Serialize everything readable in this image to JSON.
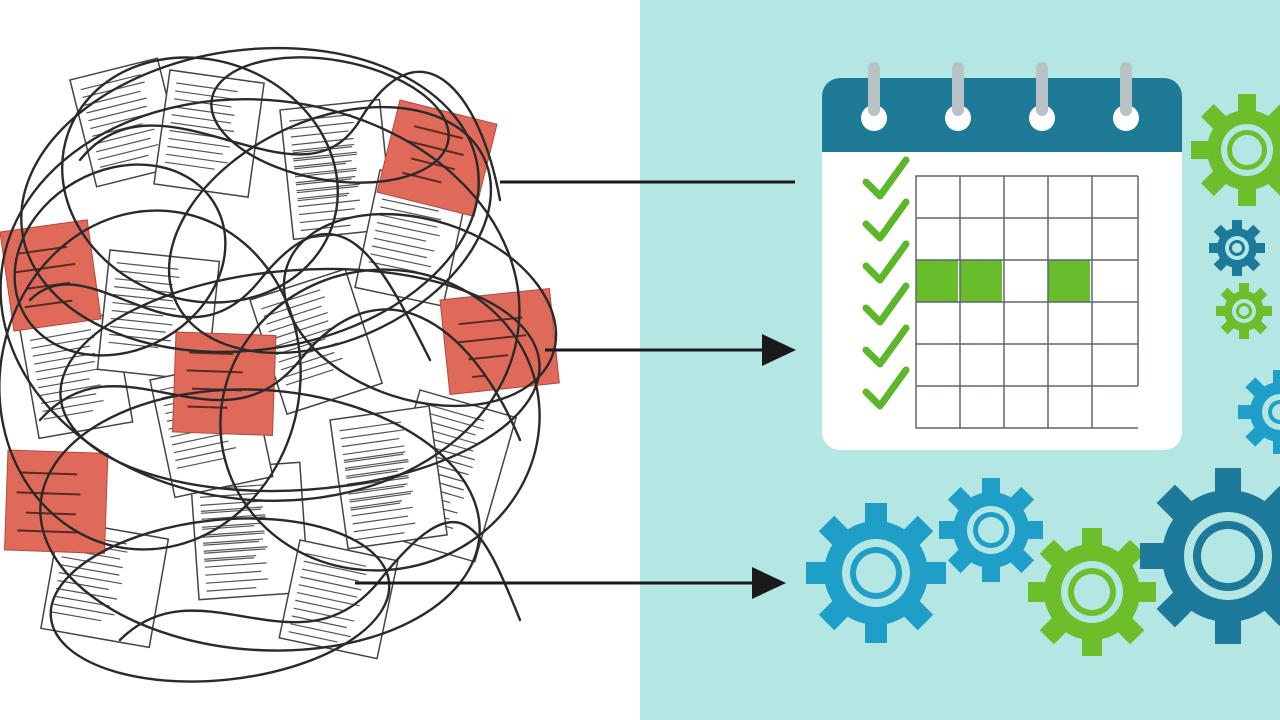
{
  "colors": {
    "left_background": "#ffffff",
    "right_background": "#b4e6e4",
    "calendar_header": "#1e7a96",
    "calendar_body": "#ffffff",
    "grid_line": "#5f6670",
    "check_green": "#5cb82a",
    "highlight_green": "#6abd2a",
    "sticky_note": "#e06a5a",
    "scribble": "#2a2a2a",
    "arrow": "#1a1a1a",
    "gear_blue": "#1f9fc8",
    "gear_dark_blue": "#1d7a9a",
    "gear_green": "#6cbf2a",
    "ring_silver": "#b9c3c6"
  },
  "left_panel": {
    "sticky_notes": [
      {
        "id": "note-top",
        "icon": "sticky-note"
      },
      {
        "id": "note-left",
        "icon": "sticky-note"
      },
      {
        "id": "note-center",
        "icon": "sticky-note"
      },
      {
        "id": "note-right",
        "icon": "sticky-note"
      },
      {
        "id": "note-bottom-left",
        "icon": "sticky-note"
      }
    ]
  },
  "arrows": [
    {
      "id": "arrow-top",
      "icon": "arrow-line"
    },
    {
      "id": "arrow-middle",
      "icon": "arrow-right"
    },
    {
      "id": "arrow-bottom",
      "icon": "arrow-right"
    }
  ],
  "right_panel": {
    "calendar": {
      "icon": "calendar-icon",
      "rows": 6,
      "cols": 5,
      "checked_rows": 6,
      "highlighted_cells": [
        [
          2,
          1
        ],
        [
          2,
          2
        ],
        [
          2,
          4
        ]
      ]
    },
    "gears": [
      {
        "id": "gear-top-right",
        "color": "green"
      },
      {
        "id": "gear-small-blue",
        "color": "dark-blue"
      },
      {
        "id": "gear-small-green",
        "color": "green"
      },
      {
        "id": "gear-edge-right",
        "color": "blue"
      },
      {
        "id": "gear-bottom-1",
        "color": "blue"
      },
      {
        "id": "gear-bottom-2",
        "color": "blue"
      },
      {
        "id": "gear-bottom-3",
        "color": "green"
      },
      {
        "id": "gear-bottom-4",
        "color": "dark-blue"
      }
    ]
  }
}
